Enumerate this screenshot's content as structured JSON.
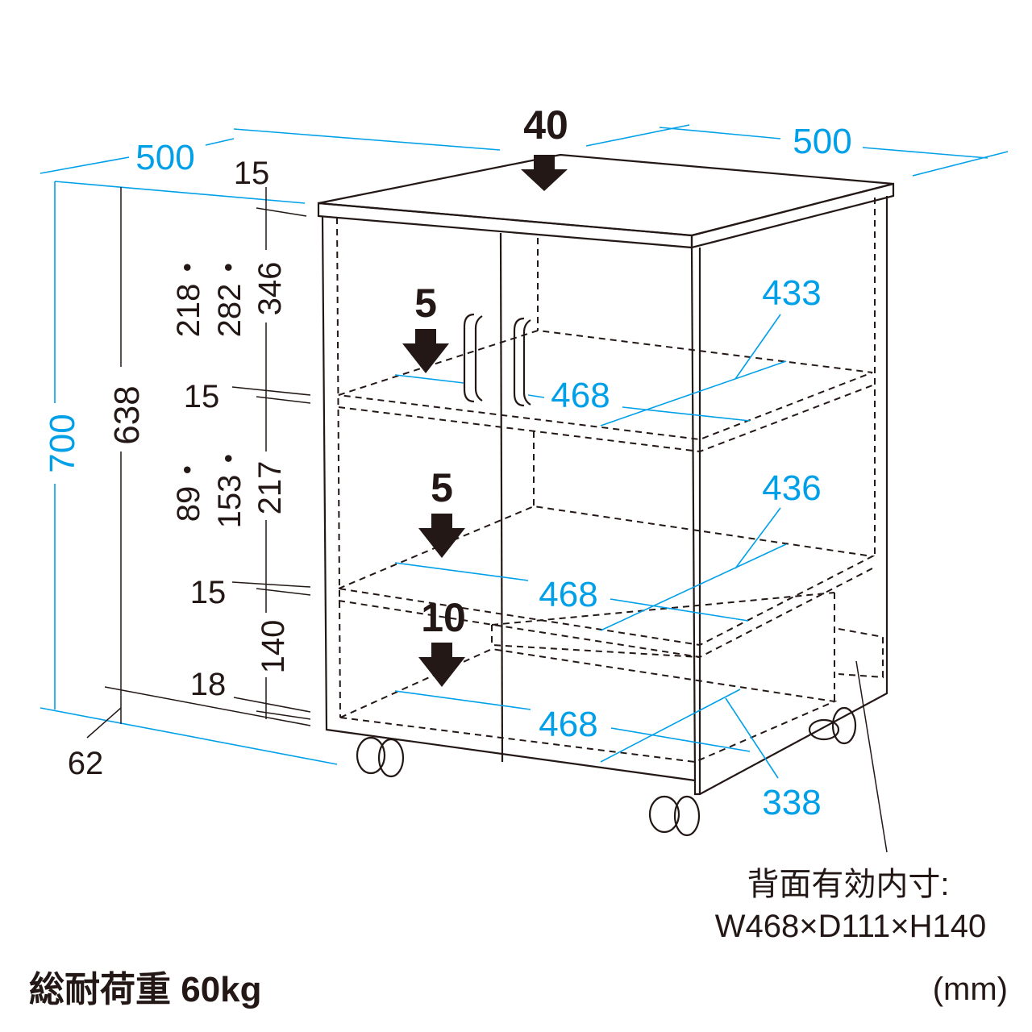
{
  "dimensions": {
    "width_left": "500",
    "depth_right": "500",
    "height_total": "700",
    "height_inner": "638",
    "top_thickness": "15",
    "upper_space": "346",
    "upper_space_options_1": "218・",
    "upper_space_options_2": "282・",
    "shelf1_thickness": "15",
    "middle_space": "217",
    "middle_space_options_1": "89・",
    "middle_space_options_2": "153・",
    "shelf2_thickness": "15",
    "lower_space": "140",
    "bottom_thickness": "18",
    "caster_height": "62",
    "shelf_width_upper": "468",
    "shelf_depth_upper": "433",
    "shelf_width_middle": "468",
    "shelf_depth_middle": "436",
    "shelf_width_bottom": "468",
    "shelf_depth_bottom": "338"
  },
  "loads": {
    "top": "40",
    "upper_shelf": "5",
    "middle_shelf": "5",
    "bottom": "10"
  },
  "notes": {
    "rear_opening_label": "背面有効内寸:",
    "rear_opening_value": "W468×D111×H140",
    "total_load": "総耐荷重 60kg",
    "unit": "(mm)"
  },
  "colors": {
    "dimension": "#00a0e9",
    "outline": "#231815"
  }
}
